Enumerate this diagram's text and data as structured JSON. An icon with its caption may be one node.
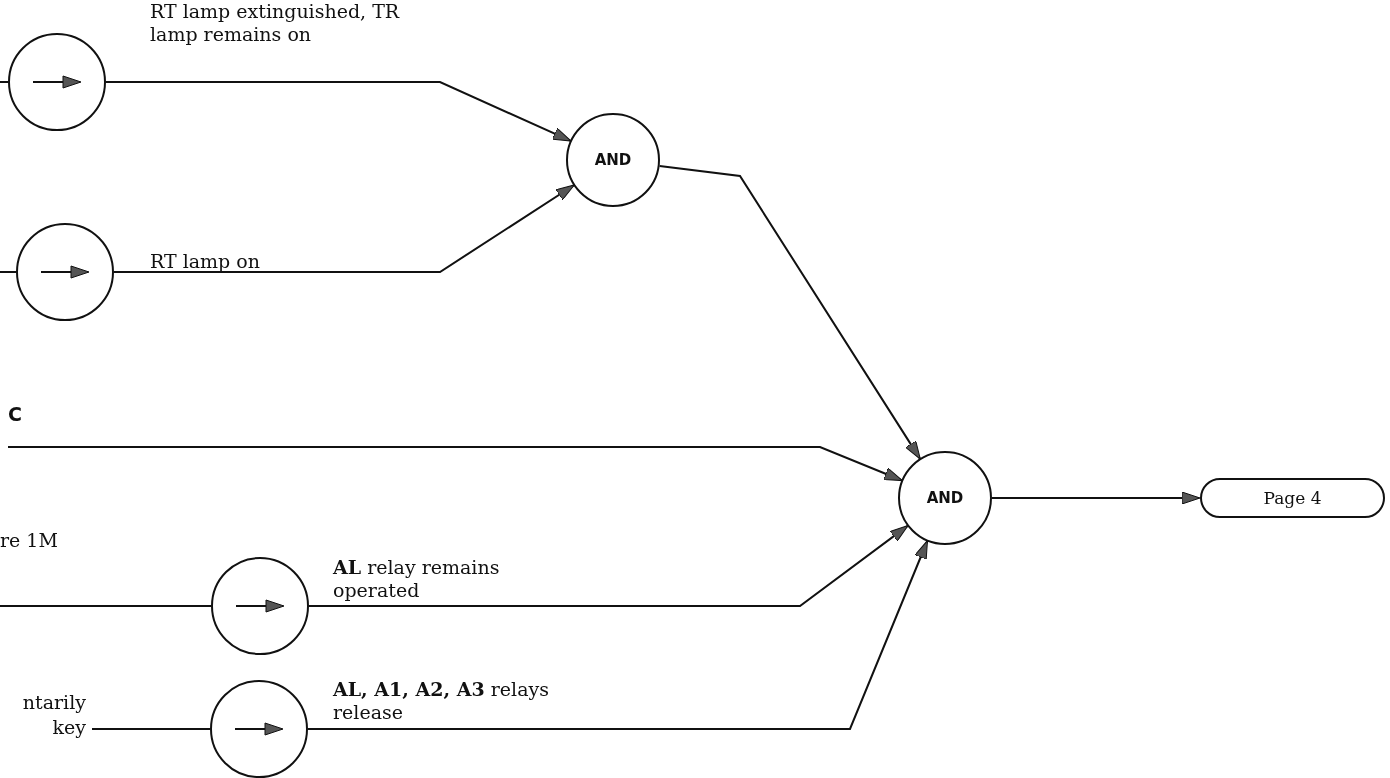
{
  "diagram": {
    "nodes": [
      {
        "text": [],
        "shape": "circle"
      },
      {
        "text": [],
        "shape": "circle"
      },
      {
        "text": [
          "AND"
        ]
      },
      {
        "text": [],
        "shape": "circle"
      },
      {
        "text": [
          "AND"
        ]
      },
      {
        "text": [
          "Page 4"
        ]
      },
      {
        "text": [
          "ntarily key"
        ]
      },
      {
        "text": [],
        "shape": "circle"
      }
    ],
    "edges": [
      {
        "from": null,
        "to": 0,
        "arrow": "none"
      },
      {
        "from": 0,
        "to": 2,
        "arrow": "to",
        "label": "RT lamp extinguished, TR lamp remains on"
      },
      {
        "from": null,
        "to": 1,
        "arrow": "none"
      },
      {
        "from": 1,
        "to": 2,
        "arrow": "to",
        "label": "RT lamp on"
      },
      {
        "from": 2,
        "to": 4,
        "arrow": "to"
      },
      {
        "from": null,
        "to": 4,
        "arrow": "to"
      },
      {
        "from": null,
        "to": 3,
        "arrow": "none"
      },
      {
        "from": 3,
        "to": 4,
        "arrow": "to",
        "label": "**AL** relay remains operated"
      },
      {
        "from": 6,
        "to": 7,
        "arrow": "none"
      },
      {
        "from": 7,
        "to": 4,
        "arrow": "to",
        "label": "**AL, A1, A2, A3** relays release"
      },
      {
        "from": 4,
        "to": 5,
        "arrow": "to"
      }
    ],
    "labels": [
      "C",
      "re 1M"
    ]
  }
}
